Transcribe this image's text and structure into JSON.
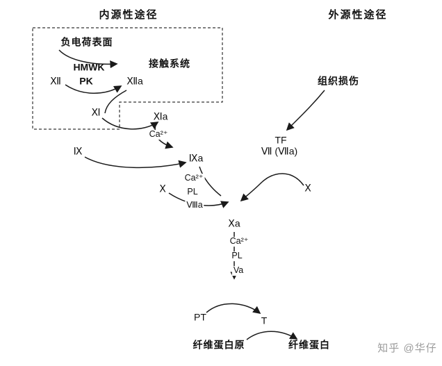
{
  "titles": {
    "intrinsic": "内源性途径",
    "extrinsic": "外源性途径"
  },
  "contact_box": {
    "surface": "负电荷表面",
    "hmwk": "HMWK",
    "pk": "PK",
    "contact_system": "接触系统"
  },
  "factors": {
    "xii": "Ⅻ",
    "xiia": "Ⅻa",
    "xi": "Ⅺ",
    "xia": "Ⅺa",
    "ix": "Ⅸ",
    "ixa": "Ⅸa",
    "x_left": "Ⅹ",
    "x_right": "Ⅹ",
    "xa": "Ⅹa",
    "tf": "TF",
    "vii": "Ⅶ (Ⅶa)",
    "pt": "PT",
    "t": "T",
    "fibrinogen": "纤维蛋白原",
    "fibrin": "纤维蛋白"
  },
  "cofactors": {
    "ca_xi": "Ca²⁺",
    "ca_ix": "Ca²⁺",
    "pl_ix": "PL",
    "viiia": "Ⅷa",
    "ca_xa": "Ca²⁺",
    "pl_xa": "PL",
    "va": "Va"
  },
  "extrinsic_pathway": {
    "tissue_injury": "组织损伤"
  },
  "watermark": "知乎 @华仔",
  "colors": {
    "line": "#1a1a1a",
    "dashed_box": "#333333",
    "watermark": "#9b9b9b",
    "background": "#ffffff"
  }
}
